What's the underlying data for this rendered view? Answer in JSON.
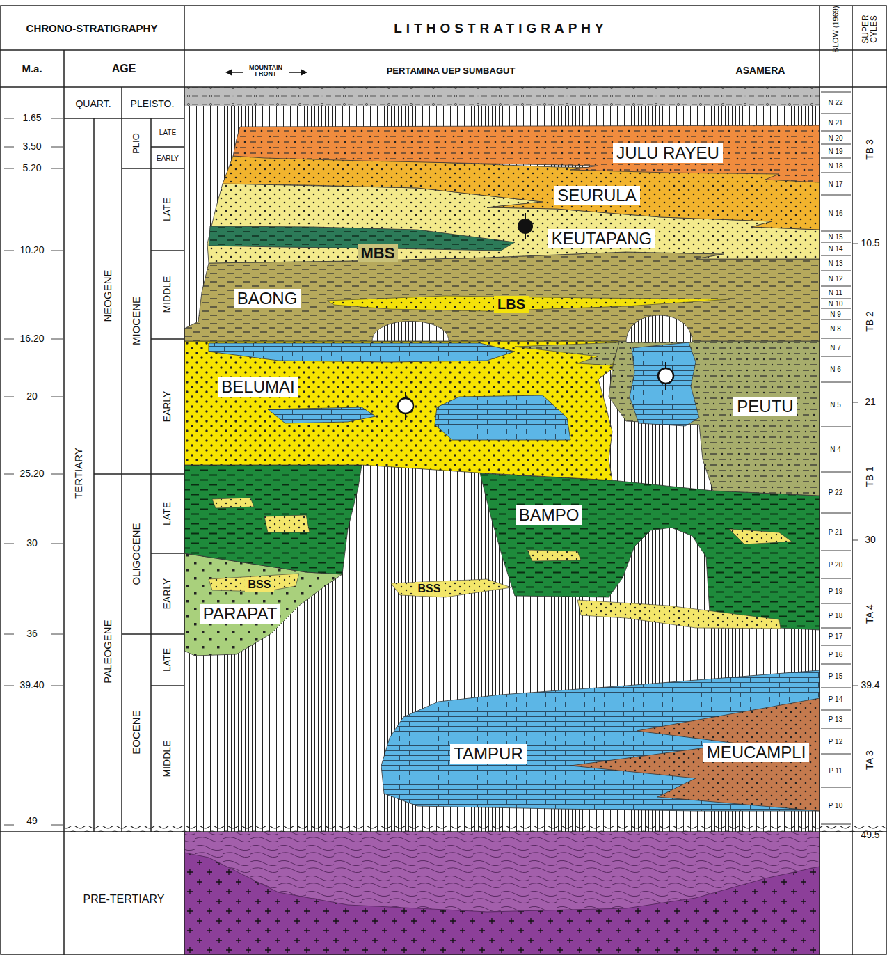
{
  "diagram": {
    "nodes": [
      {
        "text": [
          "JULU RAYEU"
        ]
      },
      {
        "text": [
          "SEURULA"
        ]
      },
      {
        "text": [
          "KEUTAPANG"
        ]
      },
      {
        "text": [
          "MBS"
        ]
      },
      {
        "text": [
          "BAONG"
        ]
      },
      {
        "text": [
          "LBS"
        ]
      },
      {
        "text": [
          "BELUMAI"
        ]
      },
      {
        "text": [
          "PEUTU"
        ]
      },
      {
        "text": [
          "BAMPO"
        ]
      },
      {
        "text": [
          "BSS"
        ]
      },
      {
        "text": [
          "BSS"
        ]
      },
      {
        "text": [
          "PARAPAT"
        ]
      },
      {
        "text": [
          "TAMPUR"
        ]
      },
      {
        "text": [
          "MEUCAMPLI"
        ]
      }
    ],
    "labels": [
      "CHRONO-STRATIGRAPHY",
      "LITHOSTRATIGRAPHY",
      "BLOW (1969)",
      "SUPER CYLES",
      "M.a.",
      "AGE",
      "MOUNTAIN FRONT",
      "PERTAMINA UEP SUMBAGUT",
      "ASAMERA",
      "QUART.",
      "PLEISTO.",
      "1.65",
      "3.50",
      "5.20",
      "10.20",
      "16.20",
      "20",
      "25.20",
      "30",
      "36",
      "39.40",
      "49",
      "TERTIARY",
      "NEOGENE",
      "PALEOGENE",
      "PLIO",
      "MIOCENE",
      "OLIGOCENE",
      "EOCENE",
      "LATE",
      "EARLY",
      "LATE",
      "MIDDLE",
      "EARLY",
      "LATE",
      "EARLY",
      "LATE",
      "MIDDLE",
      "PRE-TERTIARY",
      "N 22",
      "N 21",
      "N 20",
      "N 19",
      "N 18",
      "N 17",
      "N 16",
      "N 15",
      "N 14",
      "N 13",
      "N 12",
      "N 11",
      "N 10",
      "N 9",
      "N 8",
      "N 7",
      "N 6",
      "N 5",
      "N 4",
      "P 22",
      "P 21",
      "P 20",
      "P 19",
      "P 18",
      "P 17",
      "P 16",
      "P 15",
      "P 14",
      "P 13",
      "P 12",
      "P 11",
      "P 10",
      "TB 3",
      "10.5",
      "TB 2",
      "21",
      "TB 1",
      "30",
      "TA 4",
      "39.4",
      "TA 3",
      "49.5"
    ]
  }
}
